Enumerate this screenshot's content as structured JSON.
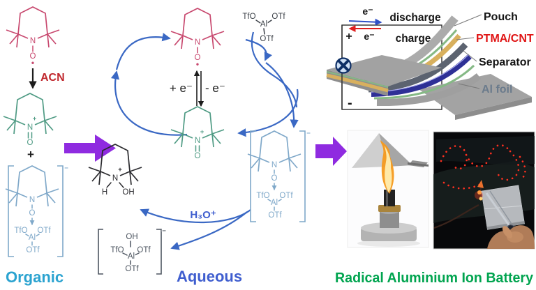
{
  "figure": {
    "sections": {
      "organic_label": "Organic",
      "aqueous_label": "Aqueous",
      "battery_label": "Radical Aluminium Ion Battery"
    },
    "reaction": {
      "acn_label": "ACN",
      "plus_sign": "+",
      "plus_electron": "+ e⁻",
      "minus_electron": "- e⁻",
      "hydronium": "H₃O⁺"
    },
    "atoms": {
      "N": "N",
      "O": "O",
      "H": "H",
      "OH": "OH",
      "Al": "Al",
      "TfO": "TfO",
      "OTf": "OTf",
      "plus_charge": "+",
      "minus_charge": "−",
      "radical_dot": "•"
    },
    "battery": {
      "electron_discharge": "e⁻",
      "discharge_label": "discharge",
      "electron_charge": "e⁻",
      "charge_label": "charge",
      "positive_terminal": "+",
      "negative_terminal": "-",
      "layer_labels": {
        "pouch": "Pouch",
        "ptma_cnt": "PTMA/CNT",
        "separator": "Separator",
        "al_foil": "Al foil"
      }
    },
    "colors": {
      "tempo_radical_pink": "#c8496f",
      "oxoammonium_green": "#4f9b84",
      "al_complex_blue": "#7fa8c9",
      "cycle_arrow_blue": "#3a68c4",
      "purple_arrow": "#8f2be0",
      "acn_red": "#c0272d",
      "organic_cyan": "#2ba3d0",
      "aqueous_blue": "#3f5ecf",
      "battery_green": "#00a44f",
      "ptma_label_red": "#e01515",
      "al_foil_label_gray": "#6b7b8c"
    }
  }
}
